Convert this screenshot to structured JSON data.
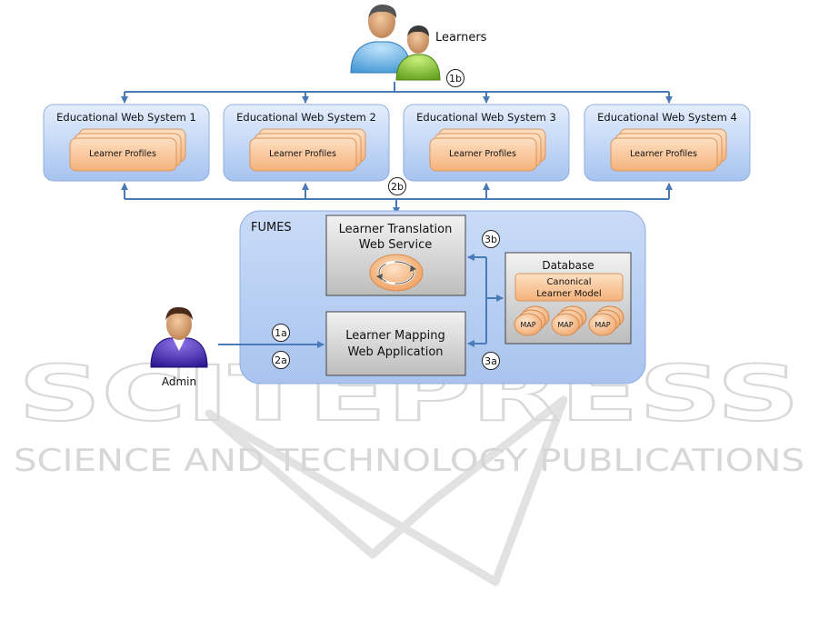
{
  "learners": {
    "label": "Learners",
    "step": "1b"
  },
  "admin": {
    "label": "Admin"
  },
  "systems": [
    {
      "title": "Educational Web System 1",
      "profile_label": "Learner Profiles"
    },
    {
      "title": "Educational Web System 2",
      "profile_label": "Learner Profiles"
    },
    {
      "title": "Educational Web System 3",
      "profile_label": "Learner Profiles"
    },
    {
      "title": "Educational Web System 4",
      "profile_label": "Learner Profiles"
    }
  ],
  "fumes": {
    "title": "FUMES",
    "translation_service": {
      "line1": "Learner Translation",
      "line2": "Web Service"
    },
    "mapping_app": {
      "line1": "Learner Mapping",
      "line2": "Web Application"
    },
    "database": {
      "title": "Database",
      "model_line1": "Canonical",
      "model_line2": "Learner Model",
      "maps": [
        "MAP",
        "MAP",
        "MAP"
      ]
    }
  },
  "steps": {
    "s1a": "1a",
    "s2a": "2a",
    "s2b": "2b",
    "s3a": "3a",
    "s3b": "3b"
  },
  "watermark": {
    "big": "SCITEPRESS",
    "sub": "SCIENCE AND TECHNOLOGY PUBLICATIONS"
  },
  "colors": {
    "arrow": "#4a7ab8",
    "system_fill_top": "#dde9fb",
    "system_fill_bottom": "#a9c6f2",
    "fumes_fill": "#b8d0f4",
    "profile_fill": "#f9c597",
    "watermark": "#dcdcdc"
  }
}
